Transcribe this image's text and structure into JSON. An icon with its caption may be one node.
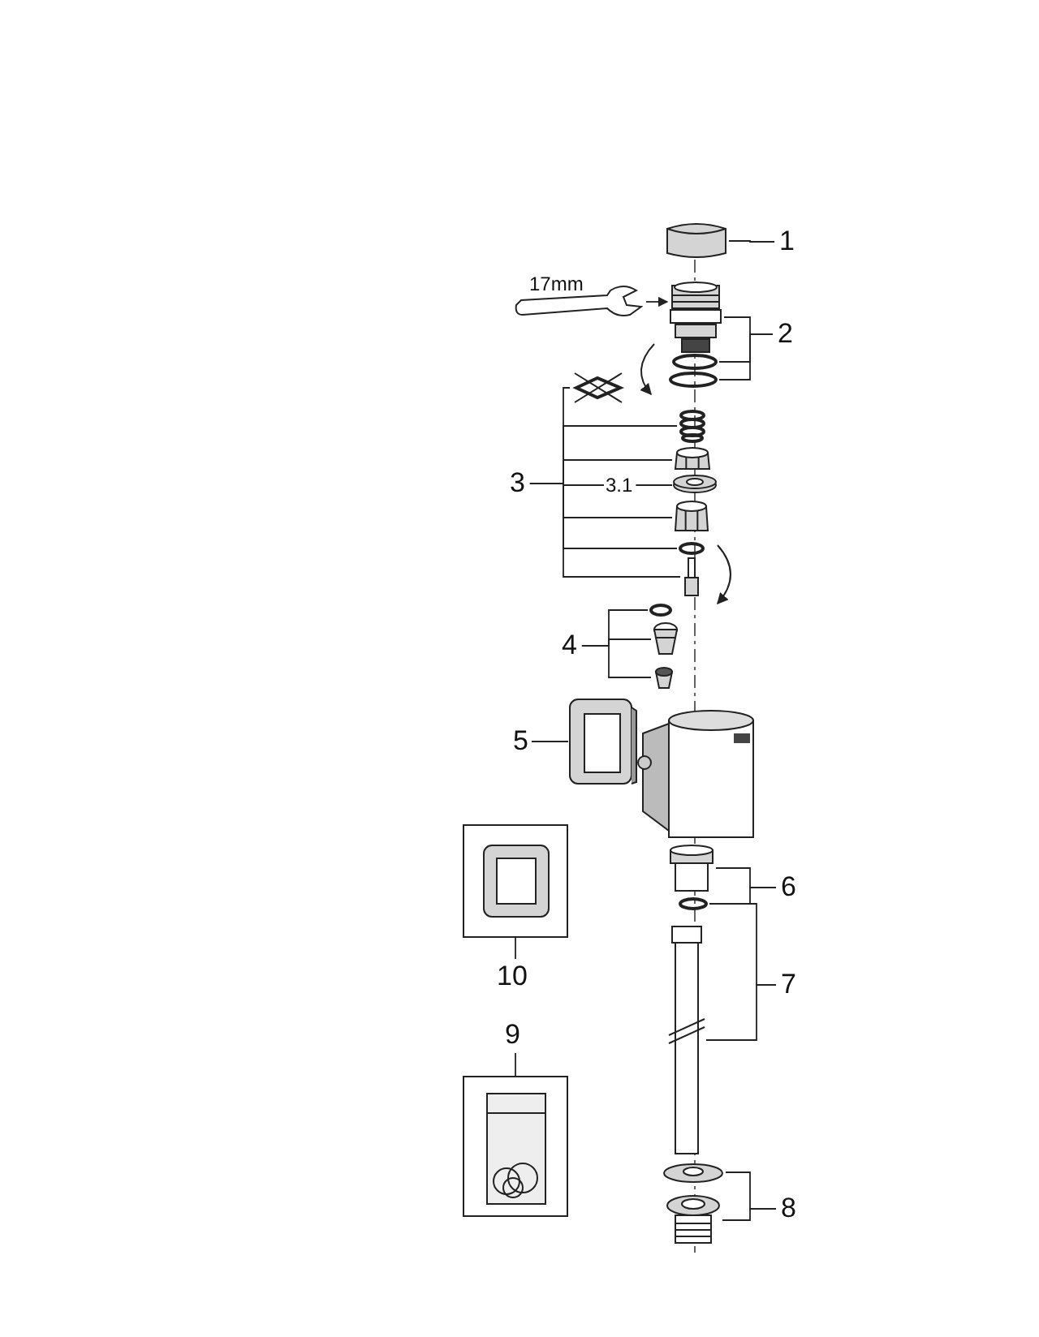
{
  "diagram": {
    "nodes": [
      {
        "text": [
          "1"
        ]
      },
      {
        "text": [],
        "shape": "picture"
      },
      {
        "text": [
          "17mm"
        ]
      },
      {
        "text": [
          "2"
        ]
      },
      {
        "text": [],
        "shape": "picture"
      },
      {
        "text": [],
        "shape": "circle"
      },
      {
        "text": [],
        "shape": "circle"
      },
      {
        "text": [],
        "shape": "picture"
      },
      {
        "text": [
          "3"
        ]
      },
      {
        "text": [],
        "shape": "picture"
      },
      {
        "text": [],
        "shape": "picture"
      },
      {
        "text": [
          "3.1"
        ]
      },
      {
        "text": [],
        "shape": "picture"
      },
      {
        "text": [],
        "shape": "picture"
      },
      {
        "text": [],
        "shape": "circle"
      },
      {
        "text": [],
        "shape": "picture"
      },
      {
        "text": [
          "4"
        ]
      },
      {
        "text": [],
        "shape": "circle"
      },
      {
        "text": [],
        "shape": "picture"
      },
      {
        "text": [],
        "shape": "cone"
      },
      {
        "text": [
          "5"
        ]
      },
      {
        "text": [],
        "shape": "picture"
      },
      {
        "text": [
          "6"
        ]
      },
      {
        "text": [],
        "shape": "picture"
      },
      {
        "text": [],
        "shape": "circle"
      },
      {
        "text": [
          "7"
        ]
      },
      {
        "text": [],
        "shape": "cylinder"
      },
      {
        "text": [
          "8"
        ]
      },
      {
        "text": [],
        "shape": "picture"
      },
      {
        "text": [],
        "shape": "picture"
      },
      {
        "text": [],
        "shape": "box"
      },
      {
        "text": [
          "10"
        ]
      },
      {
        "text": [
          "9"
        ]
      },
      {
        "text": [],
        "shape": "box"
      }
    ],
    "edges": [
      {
        "from": 0,
        "to": 1,
        "arrow": "none"
      },
      {
        "from": 2,
        "to": 4,
        "arrow": "to"
      },
      {
        "from": 3,
        "to": 4,
        "arrow": "none"
      },
      {
        "from": 3,
        "to": 5,
        "arrow": "none"
      },
      {
        "from": 3,
        "to": 6,
        "arrow": "none"
      },
      {
        "from": 8,
        "to": 7,
        "arrow": "none"
      },
      {
        "from": 8,
        "to": 9,
        "arrow": "none"
      },
      {
        "from": 8,
        "to": 10,
        "arrow": "none"
      },
      {
        "from": 8,
        "to": 11,
        "arrow": "none"
      },
      {
        "from": 8,
        "to": 13,
        "arrow": "none"
      },
      {
        "from": 8,
        "to": 14,
        "arrow": "none"
      },
      {
        "from": 8,
        "to": 15,
        "arrow": "none"
      },
      {
        "from": 11,
        "to": 12,
        "arrow": "none"
      },
      {
        "from": 16,
        "to": 17,
        "arrow": "none"
      },
      {
        "from": 16,
        "to": 18,
        "arrow": "none"
      },
      {
        "from": 16,
        "to": 19,
        "arrow": "none"
      },
      {
        "from": 20,
        "to": 21,
        "arrow": "none"
      },
      {
        "from": 22,
        "to": 23,
        "arrow": "none"
      },
      {
        "from": 22,
        "to": 24,
        "arrow": "none"
      },
      {
        "from": 25,
        "to": 24,
        "arrow": "none"
      },
      {
        "from": 25,
        "to": 26,
        "arrow": "none"
      },
      {
        "from": 27,
        "to": 28,
        "arrow": "none"
      },
      {
        "from": 27,
        "to": 29,
        "arrow": "none"
      },
      {
        "from": 31,
        "to": 30,
        "arrow": "none"
      },
      {
        "from": 32,
        "to": 33,
        "arrow": "none"
      }
    ]
  }
}
